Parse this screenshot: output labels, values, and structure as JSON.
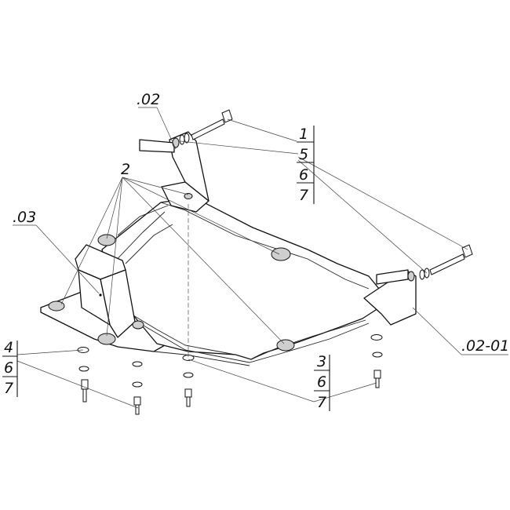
{
  "callouts": {
    "c_02": ".02",
    "c_03": ".03",
    "c_02_01": ".02-01",
    "c_2": "2",
    "stack_top": [
      "1",
      "5",
      "6",
      "7"
    ],
    "stack_left": [
      "4",
      "6",
      "7"
    ],
    "stack_bottom": [
      "3",
      "6",
      "7"
    ]
  }
}
